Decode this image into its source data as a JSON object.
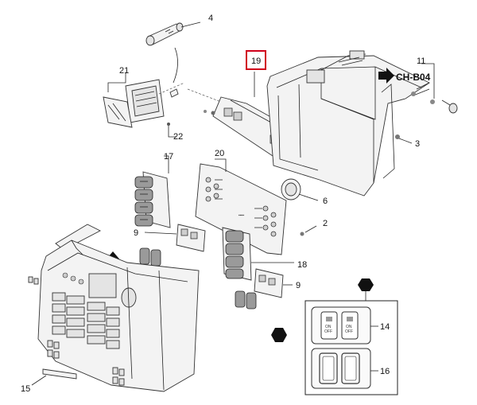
{
  "diagram": {
    "callouts": {
      "c2": "2",
      "c3": "3",
      "c4": "4",
      "c6": "6",
      "c9a": "9",
      "c9b": "9",
      "c11": "11",
      "c14": "14",
      "c15": "15",
      "c16": "16",
      "c17": "17",
      "c18": "18",
      "c19": "19",
      "c20": "20",
      "c21": "21",
      "c22": "22"
    },
    "arrow_label": "CH-B04",
    "highlight_color": "#d0021b"
  }
}
